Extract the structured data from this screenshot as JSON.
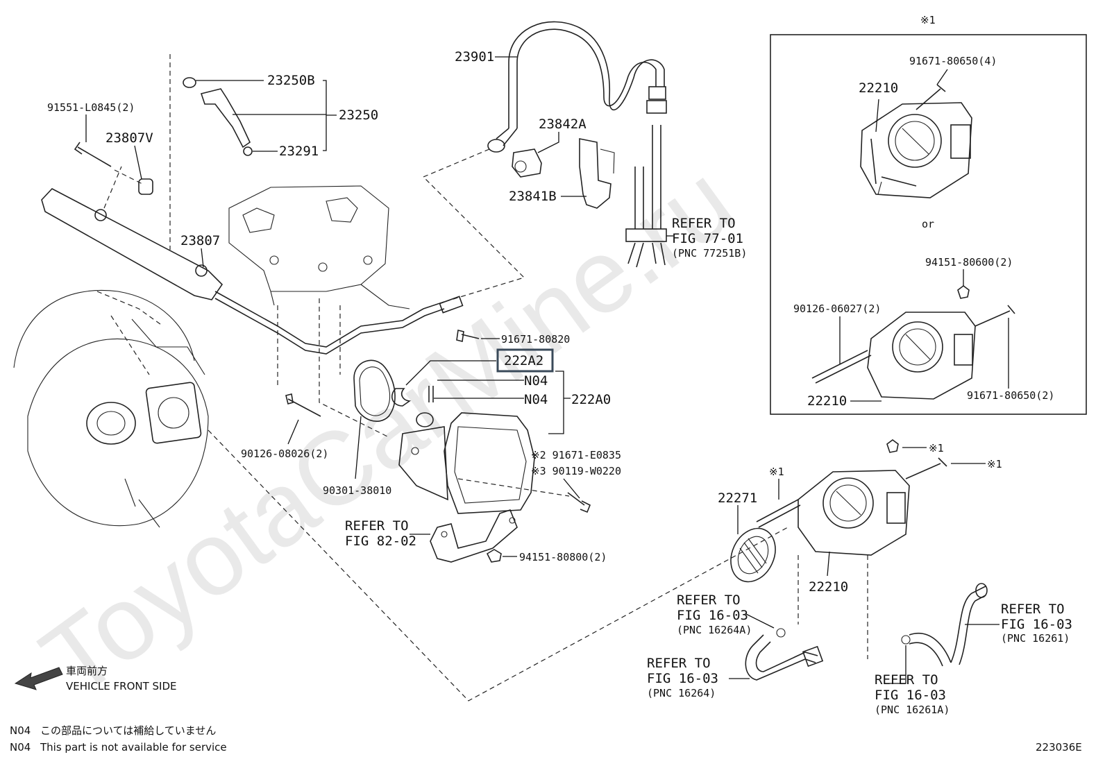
{
  "watermark": "ToyotaCarMine.ru",
  "figure_code": "223036E",
  "callouts": {
    "p23250B": "23250B",
    "p23250": "23250",
    "p23291": "23291",
    "p91551": "91551-L0845(2)",
    "p23807V": "23807V",
    "p23807": "23807",
    "p23901": "23901",
    "p23842A": "23842A",
    "p23841B": "23841B",
    "p91671_80820": "91671-80820",
    "p222A2": "222A2",
    "pN04a": "N04",
    "pN04b": "N04",
    "p222A0": "222A0",
    "p91671_E0835": "※2 91671-E0835",
    "p90119": "※3 90119-W0220",
    "p90126_08026": "90126-08026(2)",
    "p90301": "90301-38010",
    "p94151_80800": "94151-80800(2)",
    "p22271": "22271",
    "p22210_lower": "22210",
    "mark1a": "※1",
    "mark1b": "※1",
    "mark1c": "※1",
    "box_mark": "※1"
  },
  "inset": {
    "p91671_80650_4": "91671-80650(4)",
    "p22210_top": "22210",
    "or": "or",
    "p94151_80600": "94151-80600(2)",
    "p90126_06027": "90126-06027(2)",
    "p91671_80650_2": "91671-80650(2)",
    "p22210_bottom": "22210"
  },
  "refs": {
    "r77": {
      "l1": "REFER TO",
      "l2": "FIG 77-01",
      "l3": "(PNC 77251B)"
    },
    "r82": {
      "l1": "REFER TO",
      "l2": "FIG 82-02"
    },
    "r16a": {
      "l1": "REFER TO",
      "l2": "FIG 16-03",
      "l3": "(PNC 16264A)"
    },
    "r16b": {
      "l1": "REFER TO",
      "l2": "FIG 16-03",
      "l3": "(PNC 16264)"
    },
    "r16c": {
      "l1": "REFER TO",
      "l2": "FIG 16-03",
      "l3": "(PNC 16261)"
    },
    "r16d": {
      "l1": "REFER TO",
      "l2": "FIG 16-03",
      "l3": "(PNC 16261A)"
    }
  },
  "front": {
    "jp": "車両前方",
    "en": "VEHICLE FRONT SIDE"
  },
  "notes": [
    {
      "code": "N04",
      "text": "この部品については補給していません"
    },
    {
      "code": "N04",
      "text": "This part is not available for service"
    }
  ],
  "colors": {
    "line": "#222222",
    "highlight_box": "#3a4a5a",
    "watermark": "#d8d8d8"
  }
}
